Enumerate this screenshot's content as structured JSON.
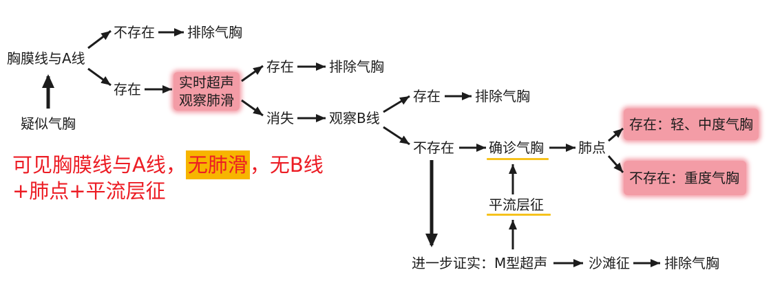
{
  "flowchart": {
    "suspected": "疑似气胸",
    "pleural_a_lines": "胸膜线与A线",
    "a_lines_absent": {
      "label": "不存在",
      "result": "排除气胸"
    },
    "a_lines_present": {
      "label": "存在"
    },
    "lung_sliding_box": {
      "line1": "实时超声",
      "line2": "观察肺滑"
    },
    "sliding_present": {
      "label": "存在",
      "result": "排除气胸"
    },
    "sliding_absent": {
      "label": "消失",
      "next": "观察B线"
    },
    "b_lines_present": {
      "label": "存在",
      "result": "排除气胸"
    },
    "b_lines_absent": {
      "label": "不存在",
      "next": "确诊气胸"
    },
    "lung_point": {
      "label": "肺点",
      "present": "存在：轻、中度气胸",
      "absent": "不存在：重度气胸"
    },
    "stratosphere_sign": "平流层征",
    "m_mode": {
      "label": "进一步证实：M型超声",
      "sign": "沙滩征",
      "result": "排除气胸"
    }
  },
  "annotation": {
    "line1_before": "可见胸膜线与A线，",
    "line1_highlight": "无肺滑",
    "line1_after": "，无B线",
    "line2": "+肺点+平流层征"
  },
  "colors": {
    "background": "#ffffff",
    "text": "#1c1c1c",
    "arrow": "#1c1c1c",
    "highlight_box": "#f39ca6",
    "key_underline": "#f6c21c",
    "annotation_text": "#ec1c24",
    "annotation_highlight": "#f7b500"
  }
}
